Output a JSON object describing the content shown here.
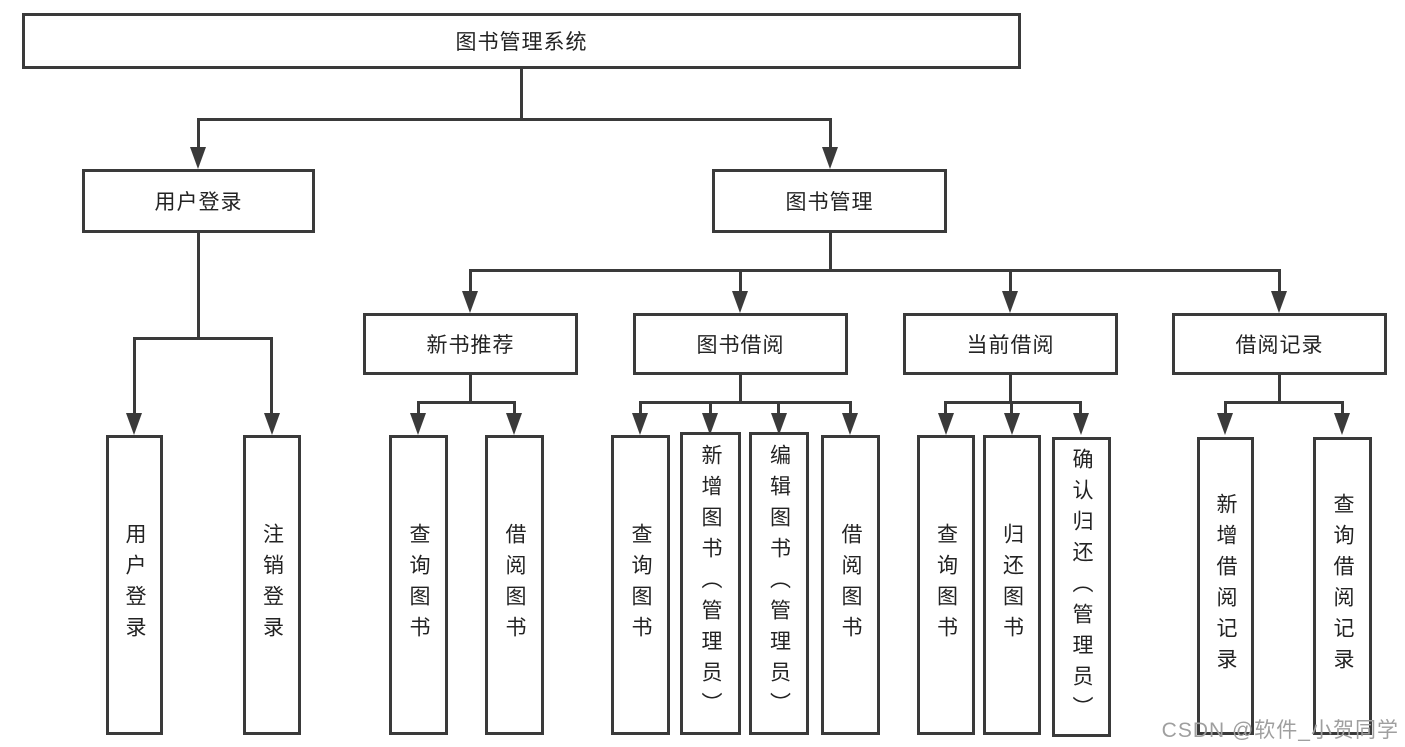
{
  "watermark": "CSDN @软件_小贺同学",
  "colors": {
    "line": "#3a3a3a",
    "text": "#232323",
    "watermark_gray": "#9f9f9f",
    "background": "#ffffff"
  },
  "tree": {
    "label": "图书管理系统",
    "children": [
      {
        "label": "用户登录",
        "children": [
          {
            "label": "用户登录"
          },
          {
            "label": "注销登录"
          }
        ]
      },
      {
        "label": "图书管理",
        "children": [
          {
            "label": "新书推荐",
            "children": [
              {
                "label": "查询图书"
              },
              {
                "label": "借阅图书"
              }
            ]
          },
          {
            "label": "图书借阅",
            "children": [
              {
                "label": "查询图书"
              },
              {
                "label": "新增图书（管理员）"
              },
              {
                "label": "编辑图书（管理员）"
              },
              {
                "label": "借阅图书"
              }
            ]
          },
          {
            "label": "当前借阅",
            "children": [
              {
                "label": "查询图书"
              },
              {
                "label": "归还图书"
              },
              {
                "label": "确认归还（管理员）"
              }
            ]
          },
          {
            "label": "借阅记录",
            "children": [
              {
                "label": "新增借阅记录"
              },
              {
                "label": "查询借阅记录"
              }
            ]
          }
        ]
      }
    ]
  }
}
